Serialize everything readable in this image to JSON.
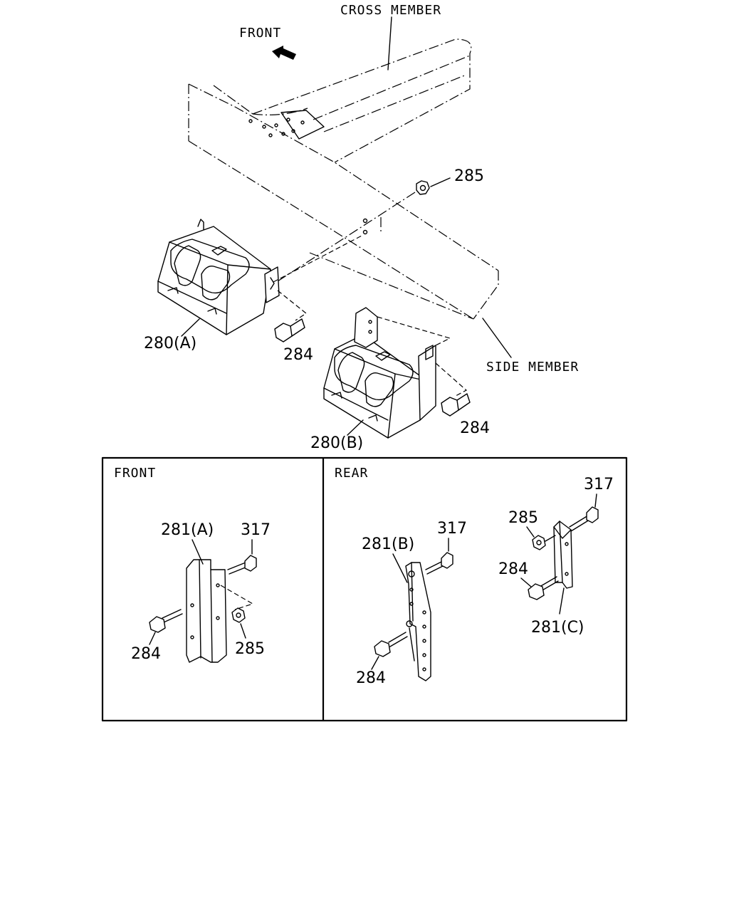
{
  "top_view": {
    "direction_label": "FRONT",
    "cross_member_label": "CROSS MEMBER",
    "side_member_label": "SIDE MEMBER",
    "callouts": {
      "nut_285": "285",
      "bracket_280a": "280(A)",
      "bolt_284_a": "284",
      "bracket_280b": "280(B)",
      "bolt_284_b": "284"
    }
  },
  "front_panel": {
    "title": "FRONT",
    "callouts": {
      "bracket_281a": "281(A)",
      "bolt_317": "317",
      "bolt_284": "284",
      "nut_285": "285"
    }
  },
  "rear_panel": {
    "title": "REAR",
    "callouts": {
      "bolt_317_left": "317",
      "bracket_281b": "281(B)",
      "bolt_284_left": "284",
      "bolt_317_right": "317",
      "nut_285_right": "285",
      "bolt_284_right": "284",
      "bracket_281c": "281(C)"
    }
  }
}
